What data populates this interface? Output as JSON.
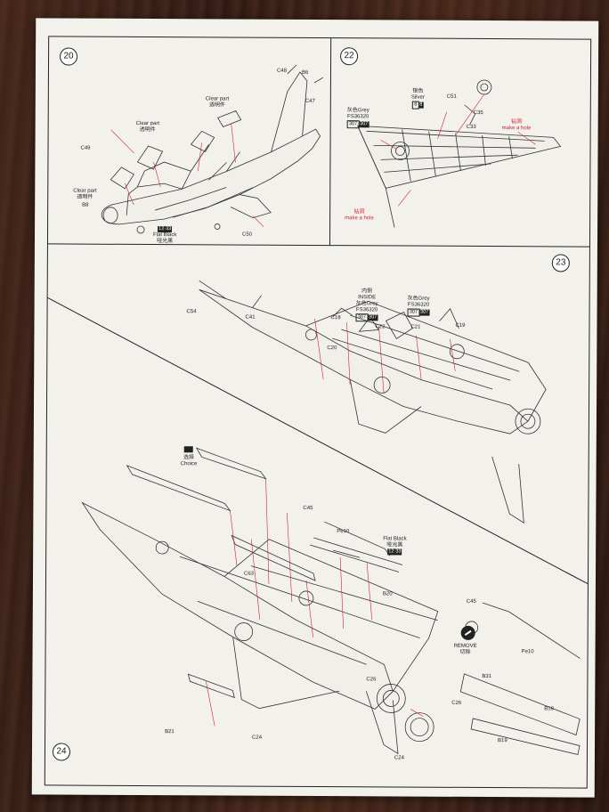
{
  "steps": {
    "s20": "20",
    "s22": "22",
    "s23": "23",
    "s24": "24"
  },
  "step20": {
    "c48": "C48",
    "b6": "B6",
    "c47": "C47",
    "c49": "C49",
    "b8": "B8",
    "c50": "C50",
    "clear1_en": "Clear part",
    "clear1_cn": "透明件",
    "clear2_en": "Clear part",
    "clear2_cn": "透明件",
    "clear3_en": "Clear part",
    "clear3_cn": "透明件",
    "flat_black_code": "12·33",
    "flat_black_en": "Flat Black",
    "flat_black_cn": "哑光黑"
  },
  "step22": {
    "silver_cn": "银色",
    "silver_en": "Silver",
    "silver_code_a": "8",
    "silver_code_b": "8",
    "grey_cn_en": "灰色Grey",
    "grey_fs": "FS36320",
    "grey_code_a": "307",
    "grey_code_b": "307",
    "c51": "C51",
    "c35": "C35",
    "c33": "C33",
    "hole1_cn": "钻洞",
    "hole1_en": "make a hole",
    "hole2_cn": "钻洞",
    "hole2_en": "make a hole"
  },
  "step23": {
    "inside_cn": "内侧",
    "inside_en": "INSIDE",
    "grey1_cn_en": "灰色Grey",
    "grey1_fs": "FS36320",
    "grey1_code_a": "307",
    "grey1_code_b": "307",
    "grey2_cn_en": "灰色Grey",
    "grey2_fs": "FS36320",
    "grey2_code_a": "307",
    "grey2_code_b": "307",
    "c54": "C54",
    "c41": "C41",
    "c18": "C18",
    "c22": "C22",
    "c21": "C21",
    "c19": "C19",
    "c20": "C20"
  },
  "step24": {
    "choice_cn": "选择",
    "choice_en": "Choice",
    "c45": "C45",
    "pe10": "Pe10",
    "c63": "C63",
    "b20": "B20",
    "c26a": "C26",
    "b21": "B21",
    "c24a": "C24",
    "c24b": "C24",
    "flat_black_en": "Flat Black",
    "flat_black_cn": "哑光黑",
    "flat_black_code": "12·33",
    "c45b": "C45",
    "remove_en": "REMOVE",
    "remove_cn": "切除",
    "pe10b": "Pe10",
    "b31": "B31",
    "c26b": "C26",
    "b18": "B18",
    "b19": "B19"
  }
}
